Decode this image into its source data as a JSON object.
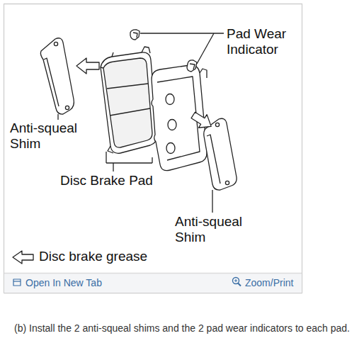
{
  "diagram": {
    "caption": "(b) Install the 2 anti-squeal shims and the 2 pad wear indicators to each pad.",
    "labels": [
      "Pad Wear Indicator",
      "Anti-squeal Shim",
      "Disc Brake Pad",
      "Anti-squeal Shim",
      "Open In New Tab",
      "Zoom/Print"
    ],
    "legend": [
      {
        "text": "Disc brake grease"
      }
    ]
  }
}
